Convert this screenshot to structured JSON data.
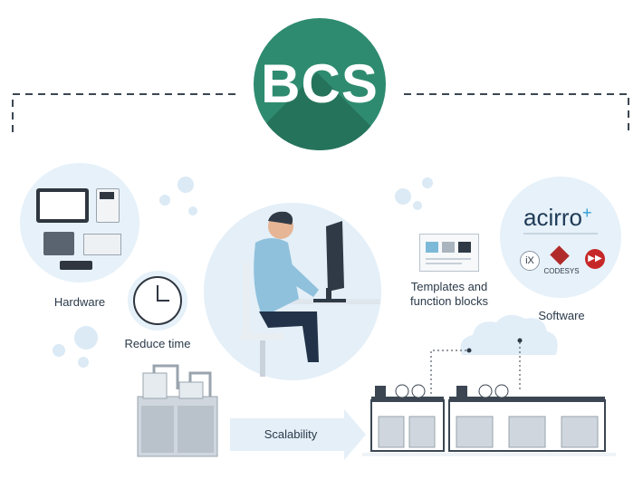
{
  "logo": {
    "text": "BCS",
    "color": "#2e8b6f"
  },
  "labels": {
    "hardware": "Hardware",
    "reduce_time": "Reduce time",
    "templates": [
      "Templates and",
      "function blocks"
    ],
    "software": "Software",
    "scalability": "Scalability"
  },
  "software_brands": {
    "acirro": "acirro",
    "acirro_plus": "+",
    "ix": "iX",
    "codesys": "CODESYS"
  },
  "colors": {
    "bubble": "#e6f1f9",
    "dark_green": "#2e8b6f",
    "text": "#2b3a4a",
    "machine_gray": "#cfd6de"
  }
}
